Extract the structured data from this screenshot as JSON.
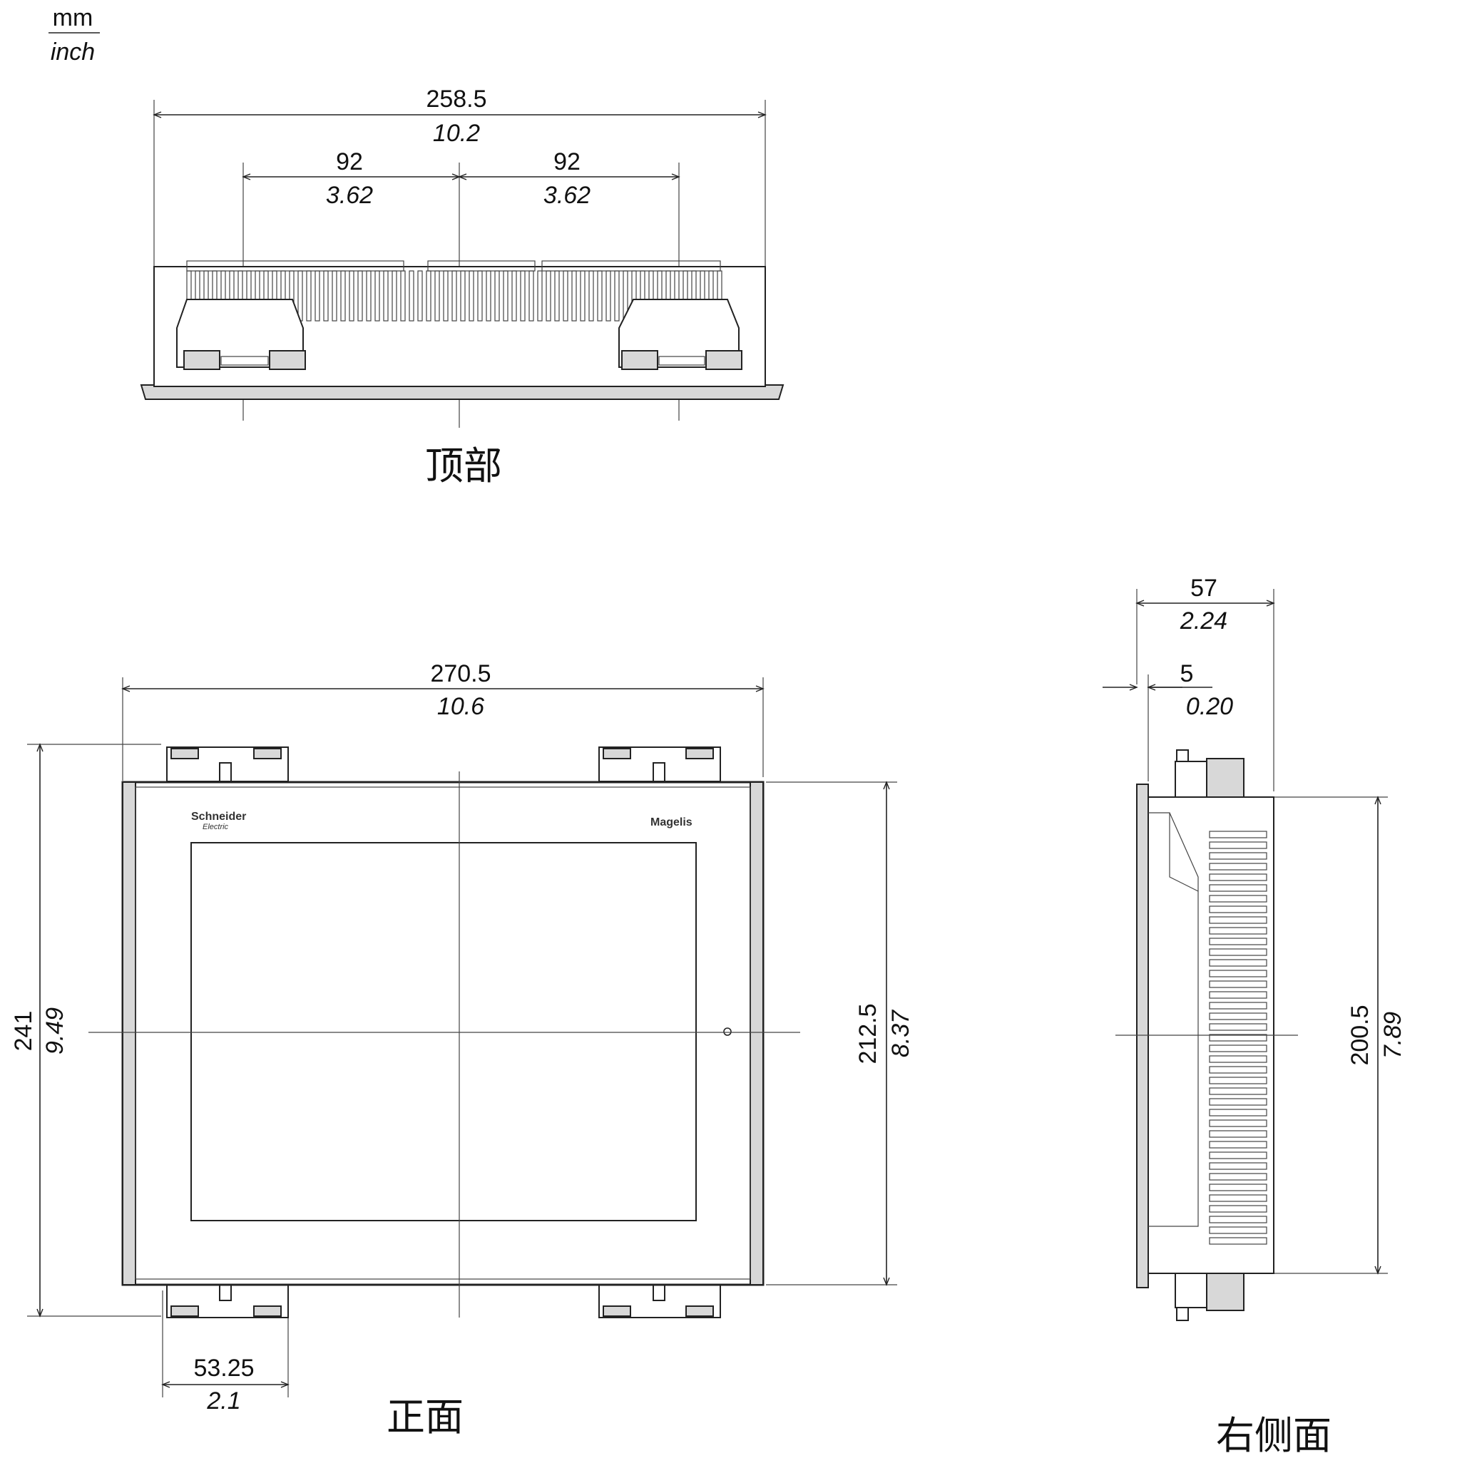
{
  "units": {
    "primary": "mm",
    "secondary": "inch"
  },
  "views": {
    "top": {
      "caption": "顶部",
      "overall_width": {
        "mm": "258.5",
        "inch": "10.2"
      },
      "left_clip_offset": {
        "mm": "92",
        "inch": "3.62"
      },
      "right_clip_offset": {
        "mm": "92",
        "inch": "3.62"
      }
    },
    "front": {
      "caption": "正面",
      "overall_width": {
        "mm": "270.5",
        "inch": "10.6"
      },
      "overall_height": {
        "mm": "241",
        "inch": "9.49"
      },
      "body_height": {
        "mm": "212.5",
        "inch": "8.37"
      },
      "clip_width": {
        "mm": "53.25",
        "inch": "2.1"
      },
      "brand": {
        "logo_top": "Schneider",
        "logo_bottom": "Electric",
        "product": "Magelis"
      }
    },
    "right": {
      "caption": "右侧面",
      "overall_depth": {
        "mm": "57",
        "inch": "2.24"
      },
      "bezel_depth": {
        "mm": "5",
        "inch": "0.20"
      },
      "body_height": {
        "mm": "200.5",
        "inch": "7.89"
      }
    }
  }
}
